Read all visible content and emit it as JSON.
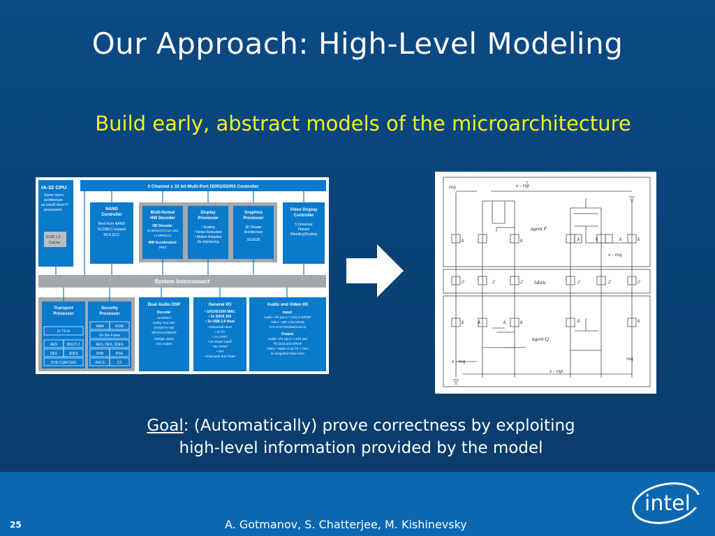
{
  "slide": {
    "title": "Our Approach: High-Level Modeling",
    "subtitle": "Build early, abstract models of the microarchitecture",
    "goal_label": "Goal",
    "goal_line1": ": (Automatically) prove correctness by exploiting",
    "goal_line2": "high-level information provided by the model",
    "page_number": "25",
    "authors": "A. Gotmanov, S. Chatterjee, M. Kishinevsky",
    "logo_text": "intel"
  },
  "colors": {
    "background": "#0b4a85",
    "footer": "#0a67b0",
    "subtitle": "#f2f21a",
    "block_blue": "#0a7acd",
    "interconnect_gray": "#a3a8ad"
  },
  "arch": {
    "cpu": {
      "title": "IA-32 CPU",
      "lines": [
        "Same micro-",
        "architecture",
        "as Intel® Atom™",
        "processors"
      ],
      "cache": [
        "512K L2",
        "Cache"
      ]
    },
    "memctrl": "2 Channel x 32 bit Multi-Port DDR2/DDR3 Controller",
    "nand": {
      "title": [
        "NAND",
        "Controller"
      ],
      "lines": [
        "Boot from NAND",
        "SLC/MLC support",
        "BCH ECC"
      ]
    },
    "hwdec": {
      "title": [
        "Multi-format",
        "HW Decoder"
      ],
      "sub1": "HD Decode:",
      "lines1": [
        "2x MPEG2/VC1/H.264",
        "1x MPEG4.2"
      ],
      "sub2": "HW Accelerated:",
      "lines2": [
        "JPEG"
      ]
    },
    "display": {
      "title": [
        "Display",
        "Processor"
      ],
      "lines": [
        "• Scaling",
        "• Noise Reduction",
        "• Motion Adaptive",
        "De-Interlacing"
      ]
    },
    "graphics": {
      "title": [
        "Graphics",
        "Processor"
      ],
      "lines": [
        "3D Shader",
        "Architecture",
        "SGX535"
      ]
    },
    "video_display": {
      "title": [
        "Video Display",
        "Controller"
      ],
      "lines": [
        "5 Universal",
        "Planes/",
        "Blending/Scaling"
      ]
    },
    "interconnect": "System Interconnect",
    "transport": {
      "title": [
        "Transport",
        "Processor"
      ],
      "cells": [
        "2x TS In",
        "AES",
        "MULTI 2",
        "DES",
        "3DES",
        "DVB-CSA/CSA2"
      ]
    },
    "security": {
      "title": [
        "Security",
        "Processor"
      ],
      "cells": [
        "RAM",
        "ROM",
        "On Die Fuses",
        "AES, DES, 3DES",
        "SHA",
        "RSA",
        "AACS",
        "C2"
      ]
    },
    "audio_dsp": {
      "title": "Dual Audio DSP",
      "sub": "Decode:",
      "lines": [
        "AC3/DD+/",
        "Dolby True HD/",
        "DTS/DTS HD/",
        "MP3/AAC/WMA9",
        "Multiple down",
        "mix modes"
      ]
    },
    "gpio": {
      "title": "General I/O",
      "lines": [
        "• 10/100/1000 MAC",
        "• 2x SATA 300",
        "• 2x USB 2.0 Host",
        "• Expansion Bus¹",
        "• 3x I²C",
        "• 2x UART",
        "• 2x Smart Card²",
        "• 8x GPIO²",
        "• SPI",
        "• Interrupts and Timer"
      ]
    },
    "av_io": {
      "title": "Audio and Video I/O",
      "sub1": "Input:",
      "lines1": [
        "Audio—I²S (up to 7.1ch) or S/PDIF",
        "Video—36b YCbCr/RGB",
        "(ITU-R BT.601/656/1120-0)"
      ],
      "sub2": "Output:",
      "lines2": [
        "Audio—I²S (up to 7.1ch) and",
        "I²S (2ch) and S/PDIF",
        "Video—HDMI v1.3a TX + CEC",
        "4x Integrated Video DAC"
      ]
    }
  },
  "circuit": {
    "labels": {
      "req_top": "req",
      "xrsp_top": "x - rsp",
      "agent_p": "agent P",
      "xreq_right": "x - req",
      "fabric": "fabric",
      "agent_q": "agent Q",
      "xreq_left": "x - req",
      "req_right": "req",
      "xrsp_bottom": "x - rsp",
      "k": "k",
      "two": "2",
      "exp": "3"
    }
  }
}
